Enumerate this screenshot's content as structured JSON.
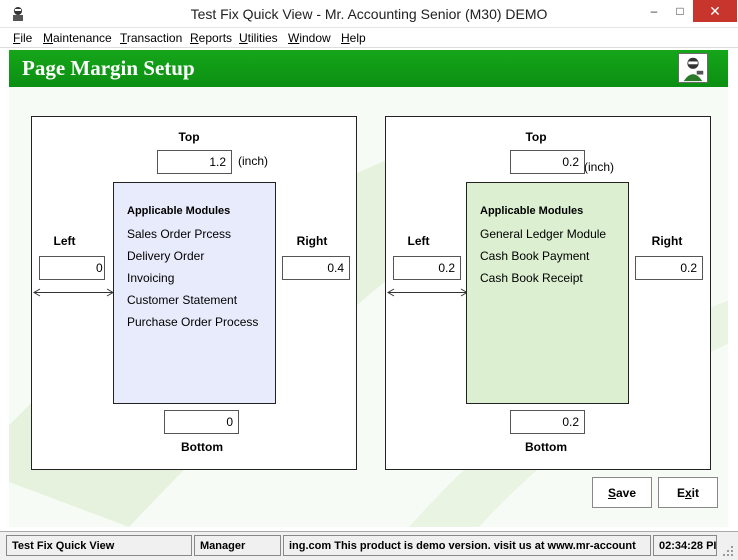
{
  "window": {
    "title": "Test Fix Quick View - Mr. Accounting Senior (M30) DEMO",
    "min_label": "–",
    "max_label": "□",
    "close_label": "✕"
  },
  "menu": [
    "File",
    "Maintenance",
    "Transaction",
    "Reports",
    "Utilities",
    "Window",
    "Help"
  ],
  "header": {
    "title": "Page Margin Setup"
  },
  "left_panel": {
    "top_label": "Top",
    "top_value": "1.2",
    "top_unit": "(inch)",
    "left_label": "Left",
    "left_value": "0",
    "right_label": "Right",
    "right_value": "0.4",
    "bottom_label": "Bottom",
    "bottom_value": "0",
    "modules_heading": "Applicable Modules",
    "modules": [
      "Sales Order Prcess",
      "Delivery Order",
      "Invoicing",
      "Customer Statement",
      "Purchase Order Process"
    ],
    "modules_color": "#e8ebfb"
  },
  "right_panel": {
    "top_label": "Top",
    "top_value": "0.2",
    "top_unit": "(inch)",
    "left_label": "Left",
    "left_value": "0.2",
    "right_label": "Right",
    "right_value": "0.2",
    "bottom_label": "Bottom",
    "bottom_value": "0.2",
    "modules_heading": "Applicable Modules",
    "modules": [
      "General Ledger Module",
      "Cash Book Payment",
      "Cash Book Receipt"
    ],
    "modules_color": "#dcefd0"
  },
  "buttons": {
    "save_hotkey": "S",
    "save_rest": "ave",
    "exit_prefix": "E",
    "exit_hotkey": "x",
    "exit_rest": "it"
  },
  "status": {
    "app": "Test Fix Quick View",
    "user": "Manager",
    "message": "ing.com This product is demo version.  visit us at www.mr-account",
    "time": "02:34:28 PI"
  },
  "colors": {
    "banner": "#0b8f12",
    "close": "#c7352c"
  }
}
